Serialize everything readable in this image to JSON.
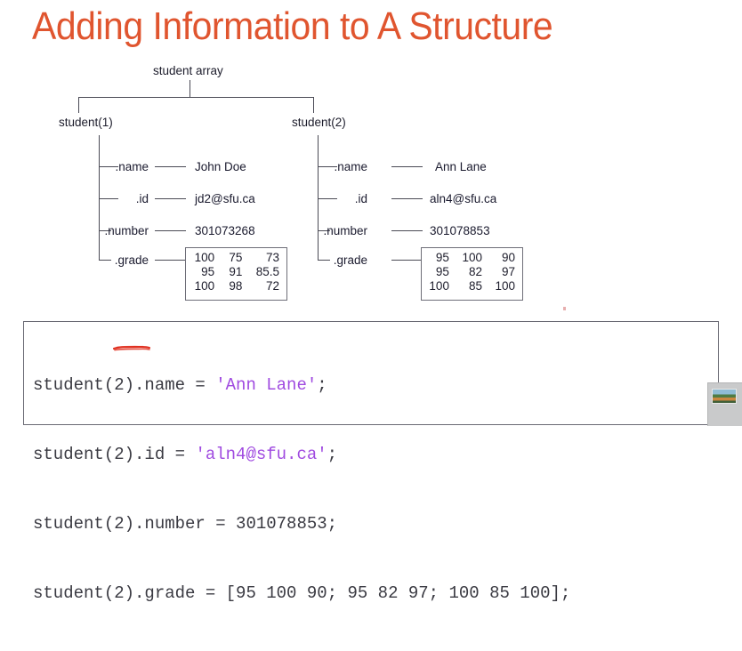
{
  "slide": {
    "title": "Adding Information to A Structure",
    "title_color": "#E0552F",
    "background_color": "#FFFFFF"
  },
  "diagram": {
    "root_label": "student array",
    "branches": [
      {
        "name": "student(1)",
        "fields": [
          {
            "label": ".name",
            "value": "John Doe"
          },
          {
            "label": ".id",
            "value": "jd2@sfu.ca"
          },
          {
            "label": ".number",
            "value": "301073268"
          },
          {
            "label": ".grade",
            "value": ""
          }
        ],
        "grade_matrix": [
          [
            "100",
            "75",
            "73"
          ],
          [
            "95",
            "91",
            "85.5"
          ],
          [
            "100",
            "98",
            "72"
          ]
        ]
      },
      {
        "name": "student(2)",
        "fields": [
          {
            "label": ".name",
            "value": "Ann Lane"
          },
          {
            "label": ".id",
            "value": "aln4@sfu.ca"
          },
          {
            "label": ".number",
            "value": "301078853"
          },
          {
            "label": ".grade",
            "value": ""
          }
        ],
        "grade_matrix": [
          [
            "95",
            "100",
            "90"
          ],
          [
            "95",
            "82",
            "97"
          ],
          [
            "100",
            "85",
            "100"
          ]
        ]
      }
    ]
  },
  "code_block": {
    "string_color": "#A04BE0",
    "text_color": "#3A3A42",
    "lines": [
      {
        "prefix": "student(2).name = ",
        "string": "'Ann Lane'",
        "suffix": ";"
      },
      {
        "prefix": "student(2).id = ",
        "string": "'aln4@sfu.ca'",
        "suffix": ";"
      },
      {
        "prefix": "student(2).number = 301078853;",
        "string": "",
        "suffix": ""
      },
      {
        "prefix": "student(2).grade = [95 100 90; 95 82 97; 100 85 100];",
        "string": "",
        "suffix": ""
      }
    ]
  },
  "annotations": {
    "underline_color": "#E03020",
    "underline_target": "(2)"
  }
}
